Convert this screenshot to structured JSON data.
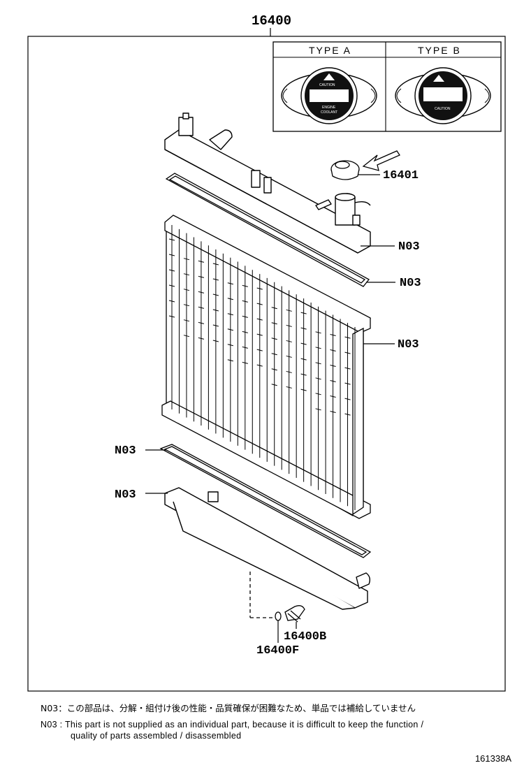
{
  "diagram": {
    "main_part": "16400",
    "type_a_label": "TYPE A",
    "type_b_label": "TYPE B",
    "callouts": {
      "cap": "16401",
      "n03_upper_tank": "N03",
      "n03_upper_gasket": "N03",
      "n03_core": "N03",
      "n03_lower_gasket": "N03",
      "n03_lower_tank": "N03",
      "drain_cock": "16400B",
      "drain_oring": "16400F"
    }
  },
  "notes": {
    "jp_code": "N03",
    "jp_text": "：この部品は、分解・組付け後の性能・品質確保が困難なため、単品では補給していません",
    "en_code": "N03",
    "en_text_1": ": This part is not supplied as an individual part, because it is difficult to keep the function /",
    "en_text_2": "quality of parts assembled / disassembled"
  },
  "illustration_code": "161338A"
}
